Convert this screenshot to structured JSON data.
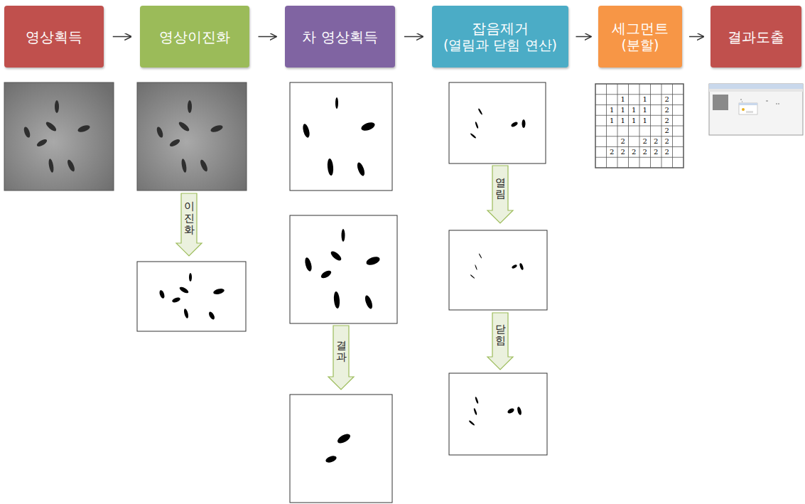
{
  "diagram": {
    "nodes": [
      {
        "text": [
          "영상획득"
        ]
      },
      {
        "text": [
          "영상이진화"
        ]
      },
      {
        "text": [
          "차 영상획득"
        ]
      },
      {
        "text": [
          "잡음제거",
          "(열림과 닫힘 연산)"
        ]
      },
      {
        "text": [
          "세그먼트",
          "(분할)"
        ]
      },
      {
        "text": [
          "결과도출"
        ]
      }
    ],
    "edges": [
      {
        "from": 0,
        "to": 1,
        "arrow": "to"
      },
      {
        "from": 1,
        "to": 2,
        "arrow": "to"
      },
      {
        "from": 2,
        "to": 3,
        "arrow": "to"
      },
      {
        "from": 3,
        "to": 4,
        "arrow": "to"
      },
      {
        "from": 4,
        "to": 5,
        "arrow": "to"
      }
    ],
    "labels": [
      "이진화",
      "결과",
      "열림",
      "닫힘",
      "1",
      "1",
      "2",
      "1",
      "1",
      "1",
      "1",
      "2",
      "1",
      "1",
      "1",
      "1",
      "2",
      "2",
      "2",
      "2",
      "2",
      "2",
      "2",
      "2",
      "2",
      "2",
      "2",
      "2"
    ]
  }
}
